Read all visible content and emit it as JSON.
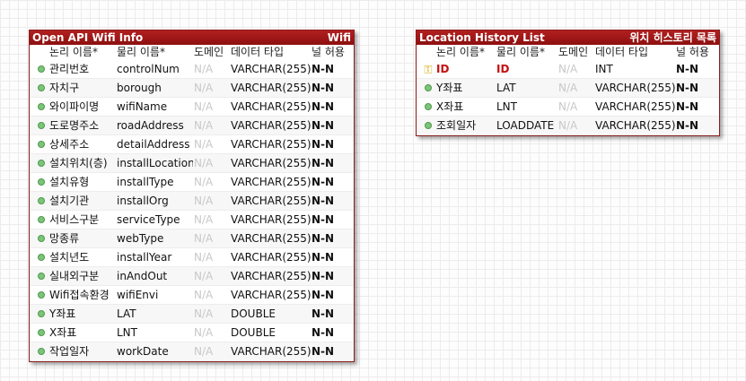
{
  "headers": {
    "logical": "논리 이름",
    "physical": "물리 이름",
    "domain": "도메인",
    "datatype": "데이터 타입",
    "nullable": "널 허용"
  },
  "wifi_entity": {
    "title": "Open API Wifi Info",
    "title_right": "Wifi",
    "rows": [
      {
        "logical": "관리번호",
        "physical": "controlNum",
        "domain": "N/A",
        "datatype": "VARCHAR(255)",
        "nullable": "N-N"
      },
      {
        "logical": "자치구",
        "physical": "borough",
        "domain": "N/A",
        "datatype": "VARCHAR(255)",
        "nullable": "N-N"
      },
      {
        "logical": "와이파이명",
        "physical": "wifiName",
        "domain": "N/A",
        "datatype": "VARCHAR(255)",
        "nullable": "N-N"
      },
      {
        "logical": "도로명주소",
        "physical": "roadAddress",
        "domain": "N/A",
        "datatype": "VARCHAR(255)",
        "nullable": "N-N"
      },
      {
        "logical": "상세주소",
        "physical": "detailAddress",
        "domain": "N/A",
        "datatype": "VARCHAR(255)",
        "nullable": "N-N"
      },
      {
        "logical": "설치위치(층)",
        "physical": "installLocation",
        "domain": "N/A",
        "datatype": "VARCHAR(255)",
        "nullable": "N-N"
      },
      {
        "logical": "설치유형",
        "physical": "installType",
        "domain": "N/A",
        "datatype": "VARCHAR(255)",
        "nullable": "N-N"
      },
      {
        "logical": "설치기관",
        "physical": "installOrg",
        "domain": "N/A",
        "datatype": "VARCHAR(255)",
        "nullable": "N-N"
      },
      {
        "logical": "서비스구분",
        "physical": "serviceType",
        "domain": "N/A",
        "datatype": "VARCHAR(255)",
        "nullable": "N-N"
      },
      {
        "logical": "망종류",
        "physical": "webType",
        "domain": "N/A",
        "datatype": "VARCHAR(255)",
        "nullable": "N-N"
      },
      {
        "logical": "설치년도",
        "physical": "installYear",
        "domain": "N/A",
        "datatype": "VARCHAR(255)",
        "nullable": "N-N"
      },
      {
        "logical": "실내외구분",
        "physical": "inAndOut",
        "domain": "N/A",
        "datatype": "VARCHAR(255)",
        "nullable": "N-N"
      },
      {
        "logical": "Wifi접속환경",
        "physical": "wifiEnvi",
        "domain": "N/A",
        "datatype": "VARCHAR(255)",
        "nullable": "N-N"
      },
      {
        "logical": "Y좌표",
        "physical": "LAT",
        "domain": "N/A",
        "datatype": "DOUBLE",
        "nullable": "N-N"
      },
      {
        "logical": "X좌표",
        "physical": "LNT",
        "domain": "N/A",
        "datatype": "DOUBLE",
        "nullable": "N-N"
      },
      {
        "logical": "작업일자",
        "physical": "workDate",
        "domain": "N/A",
        "datatype": "VARCHAR(255)",
        "nullable": "N-N"
      }
    ]
  },
  "location_entity": {
    "title": "Location History List",
    "title_right": "위치 히스토리 목록",
    "rows": [
      {
        "logical": "ID",
        "physical": "ID",
        "domain": "N/A",
        "datatype": "INT",
        "nullable": "N-N",
        "primary_key": true
      },
      {
        "logical": "Y좌표",
        "physical": "LAT",
        "domain": "N/A",
        "datatype": "VARCHAR(255)",
        "nullable": "N-N"
      },
      {
        "logical": "X좌표",
        "physical": "LNT",
        "domain": "N/A",
        "datatype": "VARCHAR(255)",
        "nullable": "N-N"
      },
      {
        "logical": "조회일자",
        "physical": "LOADDATE",
        "domain": "N/A",
        "datatype": "VARCHAR(255)",
        "nullable": "N-N"
      }
    ]
  },
  "colors": {
    "title_bar": "#a31818",
    "primary_key_text": "#c41010",
    "key_icon": "#d6a400",
    "attribute_dot": "#7cc47a",
    "domain_text": "#c8c8c8"
  }
}
